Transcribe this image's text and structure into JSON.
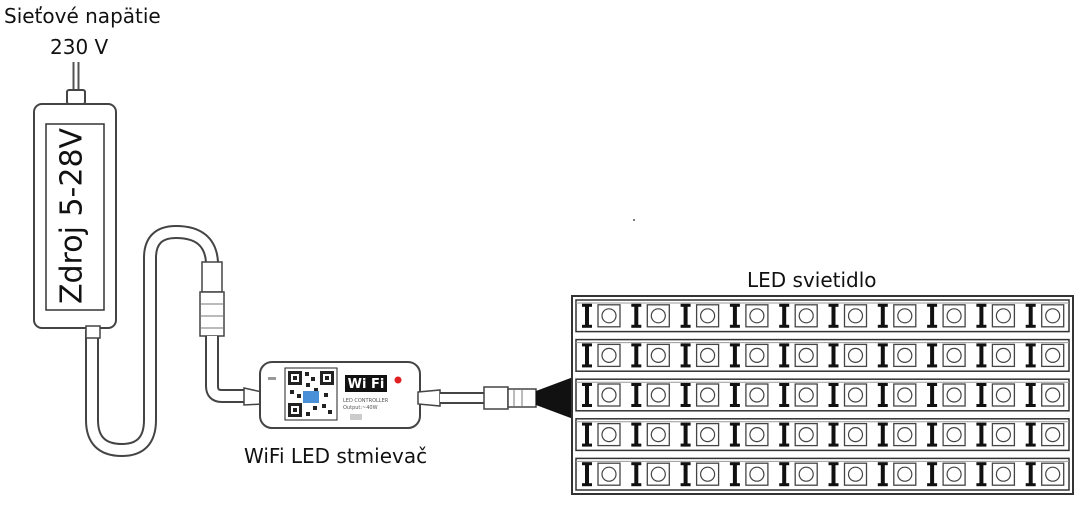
{
  "mains": {
    "label": "Sieťové napätie",
    "voltage": "230 V"
  },
  "power_supply": {
    "label": "Zdroj 5-28V"
  },
  "controller": {
    "caption": "WiFi LED stmievač",
    "badge": "Wi Fi",
    "fine_print_1": "LED CONTROLLER",
    "fine_print_2": "Output:~40W"
  },
  "led_strip": {
    "label": "LED svietidlo",
    "rows": 5,
    "leds_per_row": 10
  }
}
